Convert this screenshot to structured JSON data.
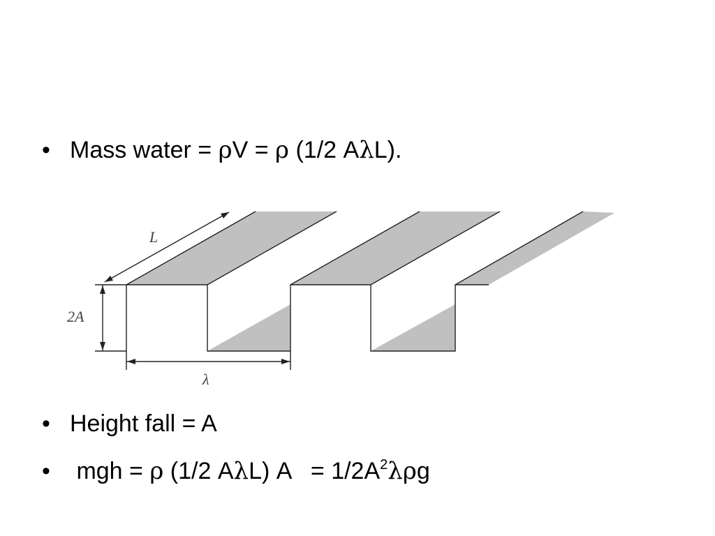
{
  "bullets": [
    {
      "marker": "•",
      "segments": {
        "s1": "Mass water = ",
        "g1": "ρ",
        "s2": "V = ",
        "g2": "ρ",
        "s3": " (1/2 A",
        "g3": "λ",
        "s4": "L)."
      }
    },
    {
      "marker": "•",
      "text": "Height fall = A"
    },
    {
      "marker": "•",
      "segments": {
        "s1": " mgh = ",
        "g1": "ρ",
        "s2": " (1/2 A",
        "g2": "λ",
        "s3": "L) A   = 1/2A",
        "sup": "2",
        "g3": "λρ",
        "s4": "g"
      }
    }
  ],
  "figure": {
    "label_length": "L",
    "label_amplitude": "2A",
    "label_wavelength": "λ",
    "face_color": "#c0c0c0",
    "line_color": "#222222"
  }
}
